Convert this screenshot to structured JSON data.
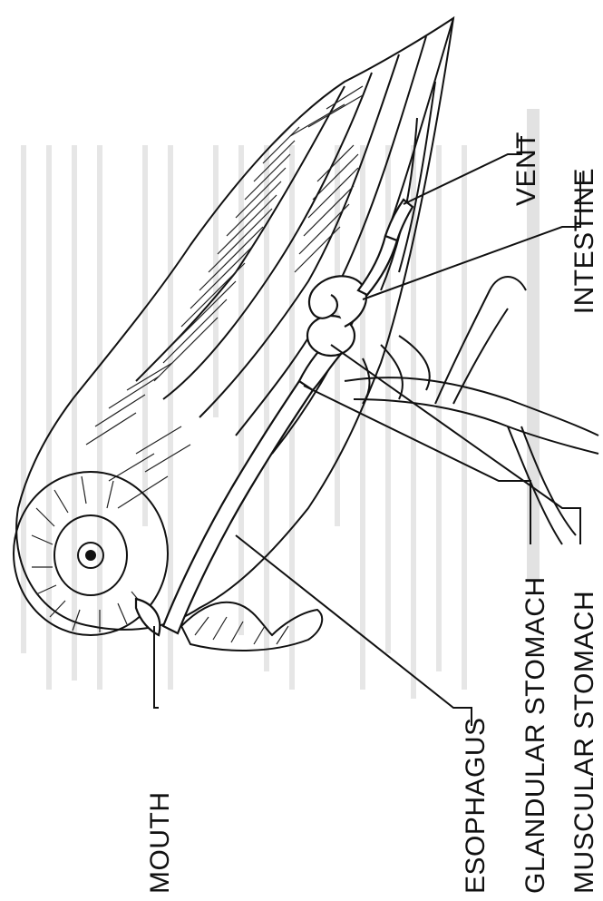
{
  "labels": {
    "vent": "VENT",
    "intestine": "INTESTINE",
    "glandular_stomach": "GLANDULAR STOMACH",
    "muscular_stomach": "MUSCULAR STOMACH",
    "esophagus": "ESOPHAGUS",
    "mouth": "MOUTH"
  }
}
